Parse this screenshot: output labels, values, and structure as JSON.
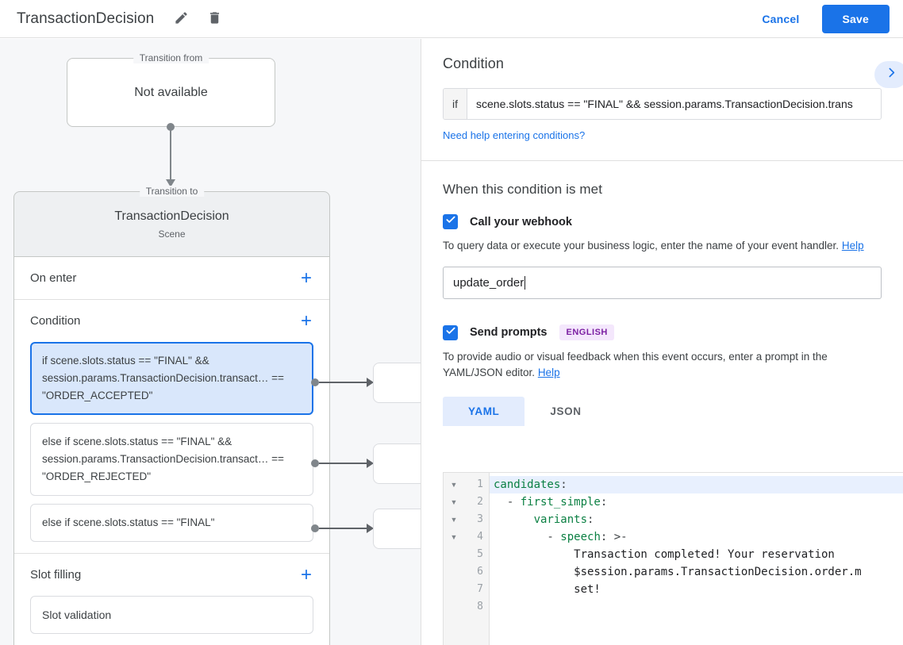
{
  "topbar": {
    "title": "TransactionDecision",
    "edit_icon": "pencil-icon",
    "delete_icon": "trash-icon",
    "cancel_label": "Cancel",
    "save_label": "Save",
    "accent_color": "#1a73e8"
  },
  "canvas": {
    "transition_from": {
      "legend": "Transition from",
      "value": "Not available"
    },
    "transition_to": {
      "legend": "Transition to",
      "title": "TransactionDecision",
      "subtitle": "Scene"
    },
    "sections": [
      {
        "title": "On enter",
        "add_label": "+",
        "items": []
      },
      {
        "title": "Condition",
        "add_label": "+",
        "items": [
          {
            "text": "if scene.slots.status == \"FINAL\" && session.params.TransactionDecision.transact… == \"ORDER_ACCEPTED\"",
            "selected": true
          },
          {
            "text": "else if scene.slots.status == \"FINAL\" && session.params.TransactionDecision.transact… == \"ORDER_REJECTED\"",
            "selected": false
          },
          {
            "text": "else if scene.slots.status == \"FINAL\"",
            "selected": false
          }
        ]
      },
      {
        "title": "Slot filling",
        "add_label": "+",
        "items": [
          {
            "text": "Slot validation",
            "selected": false
          }
        ]
      }
    ]
  },
  "rightpanel": {
    "header_title": "Condition",
    "expand_icon": "chevron-right-icon",
    "condition": {
      "prefix": "if",
      "value": "scene.slots.status == \"FINAL\" && session.params.TransactionDecision.trans",
      "help_link": "Need help entering conditions?"
    },
    "when_met_title": "When this condition is met",
    "webhook": {
      "checked": true,
      "label": "Call your webhook",
      "description": "To query data or execute your business logic, enter the name of your event handler.",
      "help_label": "Help",
      "handler_value": "update_order"
    },
    "prompts": {
      "checked": true,
      "label": "Send prompts",
      "language_badge": "ENGLISH",
      "description": "To provide audio or visual feedback when this event occurs, enter a prompt in the YAML/JSON editor.",
      "help_label": "Help",
      "tabs": [
        {
          "label": "YAML",
          "active": true
        },
        {
          "label": "JSON",
          "active": false
        }
      ]
    },
    "editor": {
      "active_line": 1,
      "lines": [
        {
          "no": "1",
          "fold": true,
          "text": "candidates:"
        },
        {
          "no": "2",
          "fold": true,
          "text": "  - first_simple:"
        },
        {
          "no": "3",
          "fold": true,
          "text": "      variants:"
        },
        {
          "no": "4",
          "fold": true,
          "text": "        - speech: >-"
        },
        {
          "no": "5",
          "fold": false,
          "text": "            Transaction completed! Your reservation"
        },
        {
          "no": "6",
          "fold": false,
          "text": "            $session.params.TransactionDecision.order.m"
        },
        {
          "no": "7",
          "fold": false,
          "text": "            set!"
        },
        {
          "no": "8",
          "fold": false,
          "text": ""
        }
      ]
    }
  }
}
